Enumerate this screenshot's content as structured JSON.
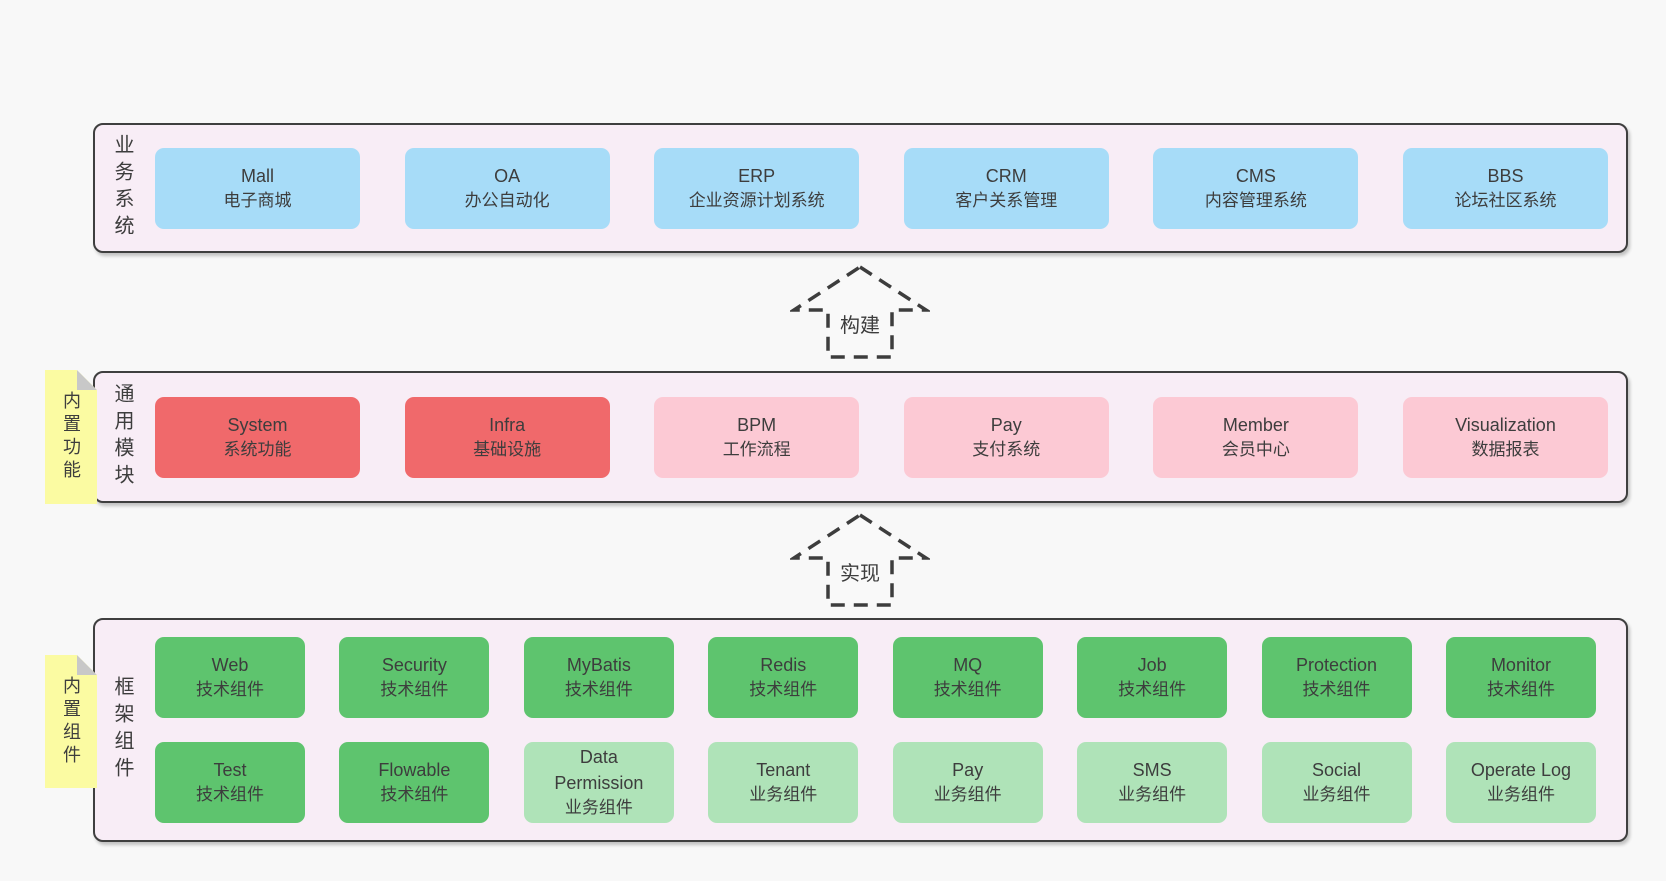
{
  "colors": {
    "background": "#f8f8f8",
    "panel_fill": "#f8edf6",
    "panel_border": "#3f3f3f",
    "blue_box": "#a7dcf8",
    "red_box": "#f0696b",
    "pink_box": "#fcc9d4",
    "green_dark_box": "#5ec46e",
    "green_light_box": "#afe3b8",
    "sticky_yellow": "#fbfba2",
    "sticky_fold": "#c8c8c8",
    "text": "#3d3d3d"
  },
  "arrows": [
    {
      "label": "构建"
    },
    {
      "label": "实现"
    }
  ],
  "tiers": [
    {
      "label": "业务系统",
      "boxes": [
        {
          "name": "Mall",
          "desc": "电子商城"
        },
        {
          "name": "OA",
          "desc": "办公自动化"
        },
        {
          "name": "ERP",
          "desc": "企业资源计划系统"
        },
        {
          "name": "CRM",
          "desc": "客户关系管理"
        },
        {
          "name": "CMS",
          "desc": "内容管理系统"
        },
        {
          "name": "BBS",
          "desc": "论坛社区系统"
        }
      ]
    },
    {
      "label": "通用模块",
      "sticky": "内置功能",
      "boxes": [
        {
          "name": "System",
          "desc": "系统功能"
        },
        {
          "name": "Infra",
          "desc": "基础设施"
        },
        {
          "name": "BPM",
          "desc": "工作流程"
        },
        {
          "name": "Pay",
          "desc": "支付系统"
        },
        {
          "name": "Member",
          "desc": "会员中心"
        },
        {
          "name": "Visualization",
          "desc": "数据报表"
        }
      ]
    },
    {
      "label": "框架组件",
      "sticky": "内置组件",
      "rows": [
        [
          {
            "name": "Web",
            "desc": "技术组件"
          },
          {
            "name": "Security",
            "desc": "技术组件"
          },
          {
            "name": "MyBatis",
            "desc": "技术组件"
          },
          {
            "name": "Redis",
            "desc": "技术组件"
          },
          {
            "name": "MQ",
            "desc": "技术组件"
          },
          {
            "name": "Job",
            "desc": "技术组件"
          },
          {
            "name": "Protection",
            "desc": "技术组件"
          },
          {
            "name": "Monitor",
            "desc": "技术组件"
          }
        ],
        [
          {
            "name": "Test",
            "desc": "技术组件"
          },
          {
            "name": "Flowable",
            "desc": "技术组件"
          },
          {
            "name": "Data Permission",
            "desc": "业务组件"
          },
          {
            "name": "Tenant",
            "desc": "业务组件"
          },
          {
            "name": "Pay",
            "desc": "业务组件"
          },
          {
            "name": "SMS",
            "desc": "业务组件"
          },
          {
            "name": "Social",
            "desc": "业务组件"
          },
          {
            "name": "Operate Log",
            "desc": "业务组件"
          }
        ]
      ]
    }
  ]
}
